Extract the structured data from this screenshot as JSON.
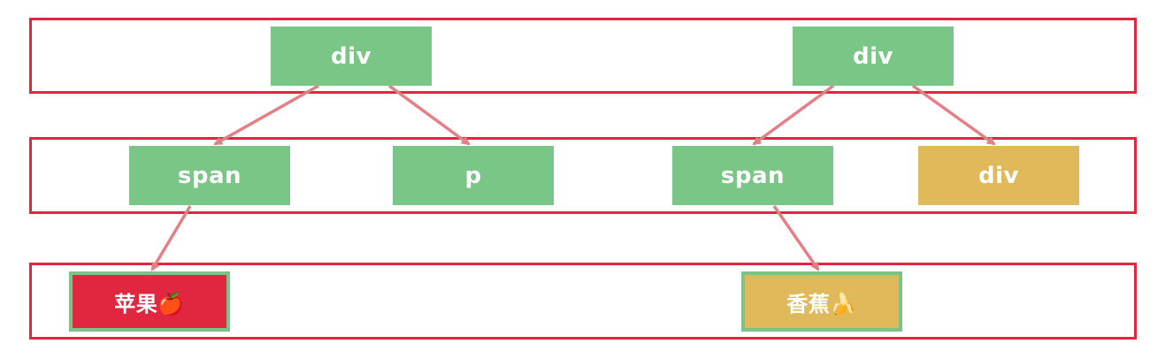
{
  "diagram": {
    "colors": {
      "level_border": "#e0273f",
      "node_green": "#79c686",
      "node_yellow": "#e0b95a",
      "node_red": "#e0273f",
      "leaf_border": "#7cc38a",
      "edge": "#e57f85"
    },
    "nodes": {
      "root_left": "div",
      "root_right": "div",
      "left_span": "span",
      "left_p": "p",
      "right_span": "span",
      "right_div": "div",
      "leaf_left": "苹果🍎",
      "leaf_right": "香蕉🍌"
    },
    "edges": [
      {
        "from": "root_left",
        "to": "left_span"
      },
      {
        "from": "root_left",
        "to": "left_p"
      },
      {
        "from": "root_right",
        "to": "right_span"
      },
      {
        "from": "root_right",
        "to": "right_div"
      },
      {
        "from": "left_span",
        "to": "leaf_left"
      },
      {
        "from": "right_span",
        "to": "leaf_right"
      }
    ]
  }
}
